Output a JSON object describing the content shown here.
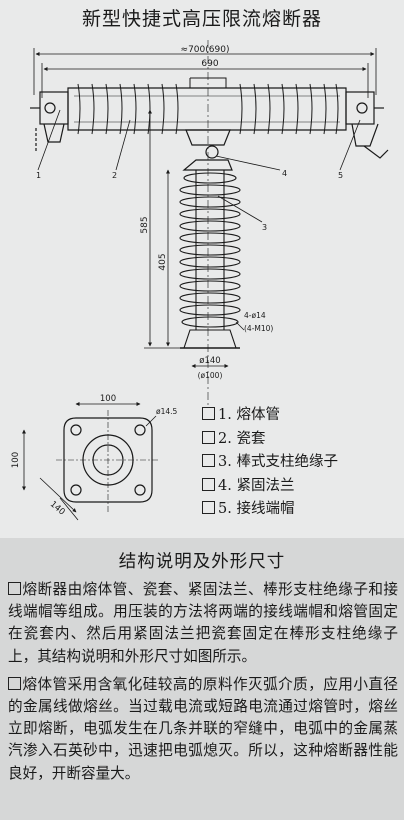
{
  "title": "新型快捷式高压限流熔断器",
  "drawing": {
    "dim_overall": "≈700(690)",
    "dim_span": "690",
    "dim_height_total": "585",
    "dim_height_insulator": "405",
    "dim_bolts": "4-ø14",
    "dim_bolts_alt": "(4-M10)",
    "dim_base": "ø140",
    "dim_base_alt": "(ø100)",
    "part_labels": [
      "1",
      "2",
      "3",
      "4",
      "5"
    ],
    "flange_dim_top": "100",
    "flange_dim_hole": "ø14.5",
    "flange_dim_side": "100",
    "flange_dim_diag": "140"
  },
  "legend": [
    {
      "label": "1. 熔体管"
    },
    {
      "label": "2. 瓷套"
    },
    {
      "label": "3. 棒式支柱绝缘子"
    },
    {
      "label": "4. 紧固法兰"
    },
    {
      "label": "5. 接线端帽"
    }
  ],
  "description": {
    "title": "结构说明及外形尺寸",
    "paragraphs": [
      "熔断器由熔体管、瓷套、紧固法兰、棒形支柱绝缘子和接线端帽等组成。用压装的方法将两端的接线端帽和熔管固定在瓷套内、然后用紧固法兰把瓷套固定在棒形支柱绝缘子上，其结构说明和外形尺寸如图所示。",
      "熔体管采用含氧化硅较高的原料作灭弧介质，应用小直径的金属线做熔丝。当过载电流或短路电流通过熔管时，熔丝立即熔断，电弧发生在几条并联的窄缝中，电弧中的金属蒸汽渗入石英砂中，迅速把电弧熄灭。所以，这种熔断器性能良好，开断容量大。"
    ]
  }
}
